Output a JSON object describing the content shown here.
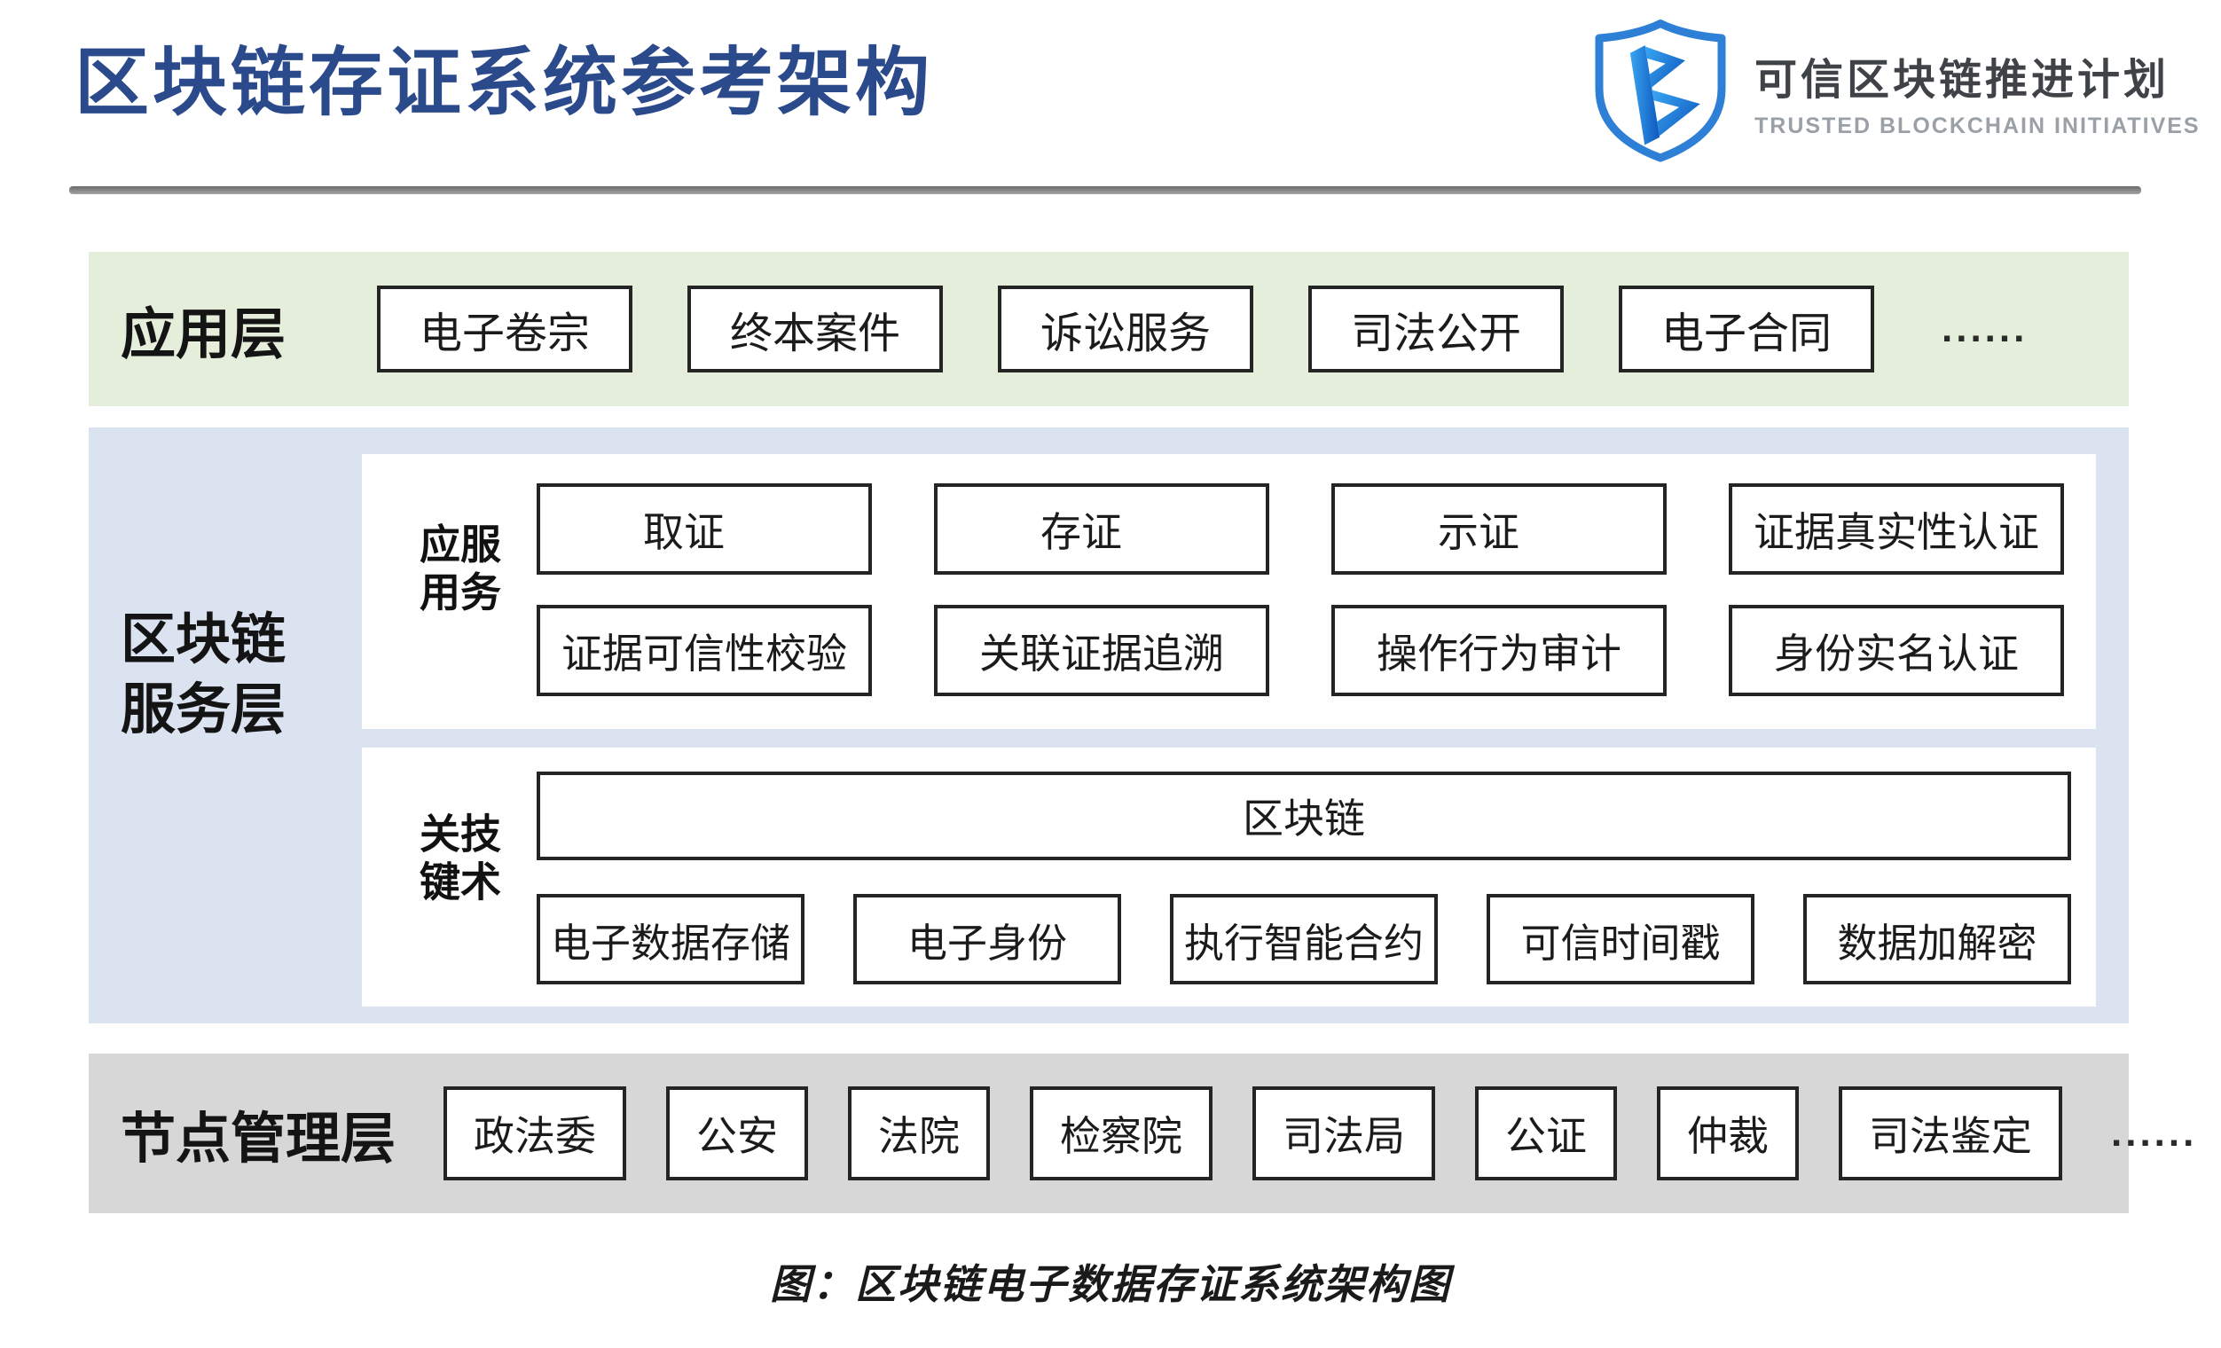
{
  "page": {
    "title": "区块链存证系统参考架构",
    "caption": "图：区块链电子数据存证系统架构图"
  },
  "logo": {
    "icon": "shield-b-icon",
    "name_cn": "可信区块链推进计划",
    "name_en": "TRUSTED BLOCKCHAIN INITIATIVES"
  },
  "colors": {
    "title_blue": "#2b4a8b",
    "logo_blue": "#2e7fd6",
    "application_band": "#e4eeda",
    "blockchain_band": "#dbe2f0",
    "node_band": "#d7d7d7",
    "box_border": "#242424"
  },
  "layers": {
    "application": {
      "label": "应用层",
      "items": [
        "电子卷宗",
        "终本案件",
        "诉讼服务",
        "司法公开",
        "电子合同"
      ],
      "more": "......"
    },
    "blockchain_service": {
      "label_lines": [
        "区块链",
        "服务层"
      ],
      "app_services": {
        "label": "应用服务",
        "rows": [
          [
            "取证",
            "存证",
            "示证",
            "证据真实性认证"
          ],
          [
            "证据可信性校验",
            "关联证据追溯",
            "操作行为审计",
            "身份实名认证"
          ]
        ]
      },
      "key_tech": {
        "label": "关键技术",
        "wide_item": "区块链",
        "items": [
          "电子数据存储",
          "电子身份",
          "执行智能合约",
          "可信时间戳",
          "数据加解密"
        ]
      }
    },
    "node_management": {
      "label": "节点管理层",
      "items": [
        "政法委",
        "公安",
        "法院",
        "检察院",
        "司法局",
        "公证",
        "仲裁",
        "司法鉴定"
      ],
      "more": "......"
    }
  }
}
